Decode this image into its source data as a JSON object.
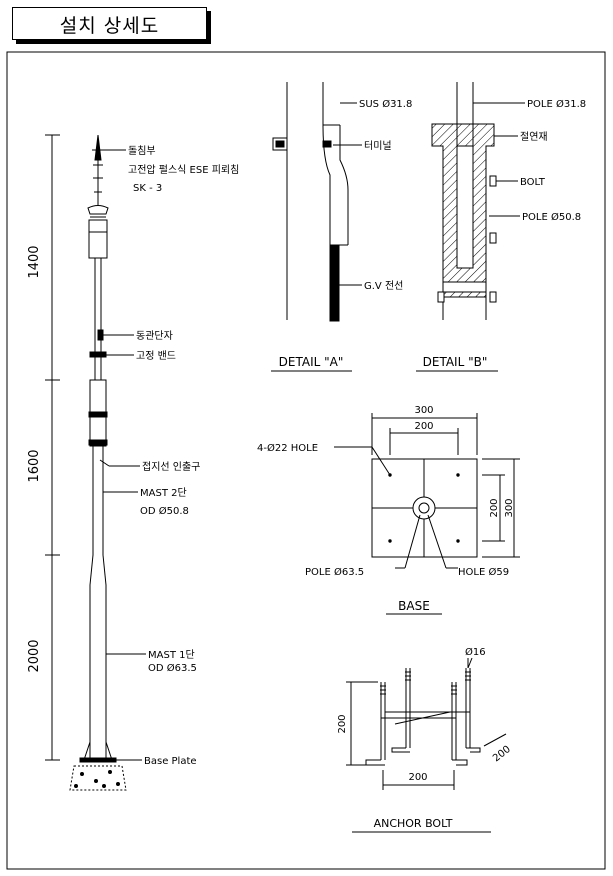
{
  "title": "설치 상세도",
  "pole_labels": {
    "rod_head": "돌침부",
    "rod_desc": "고전압 펄스식 ESE 피뢰침",
    "rod_model": "SK - 3",
    "connector": "동관단자",
    "band": "고정 밴드",
    "ground_outlet": "접지선 인출구",
    "mast2_name": "MAST 2단",
    "mast2_od": "OD Ø50.8",
    "mast1_name": "MAST 1단",
    "mast1_od": "OD Ø63.5",
    "base_plate": "Base Plate"
  },
  "dimensions": {
    "d1400": "1400",
    "d1600": "1600",
    "d2000": "2000"
  },
  "detail_a": {
    "sus": "SUS Ø31.8",
    "terminal": "터미널",
    "gv": "G.V 전선",
    "title": "DETAIL \"A\""
  },
  "detail_b": {
    "pole_top": "POLE Ø31.8",
    "insulation": "절연재",
    "bolt": "BOLT",
    "pole_bottom": "POLE Ø50.8",
    "title": "DETAIL \"B\""
  },
  "base": {
    "dim_300_top": "300",
    "dim_200_top": "200",
    "hole_label": "4-Ø22  HOLE",
    "dim_200_side": "200",
    "dim_300_side": "300",
    "pole_label": "POLE Ø63.5",
    "hole59": "HOLE Ø59",
    "title": "BASE"
  },
  "anchor": {
    "dia": "Ø16",
    "dim_h": "200",
    "dim_w": "200",
    "dim_diag": "200",
    "title": "ANCHOR BOLT"
  }
}
